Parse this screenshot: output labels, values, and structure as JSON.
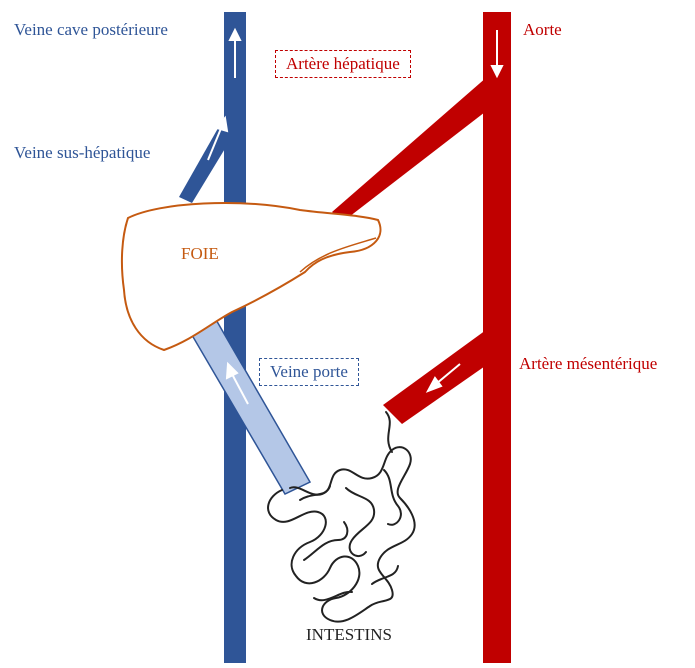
{
  "labels": {
    "veine_cave": "Veine cave postérieure",
    "veine_sus_hepatique": "Veine sus-hépatique",
    "aorte": "Aorte",
    "artere_hepatique": "Artère hépatique",
    "artere_mesenterique": "Artère mésentérique",
    "veine_porte": "Veine porte",
    "foie": "FOIE",
    "intestins": "INTESTINS"
  },
  "colors": {
    "vein": "#2f5597",
    "portal_vein": "#b4c7e7",
    "artery": "#c00000",
    "liver_outline": "#c55a11",
    "intestine_outline": "#222222"
  },
  "icons": [
    "flow-arrow-icon"
  ]
}
